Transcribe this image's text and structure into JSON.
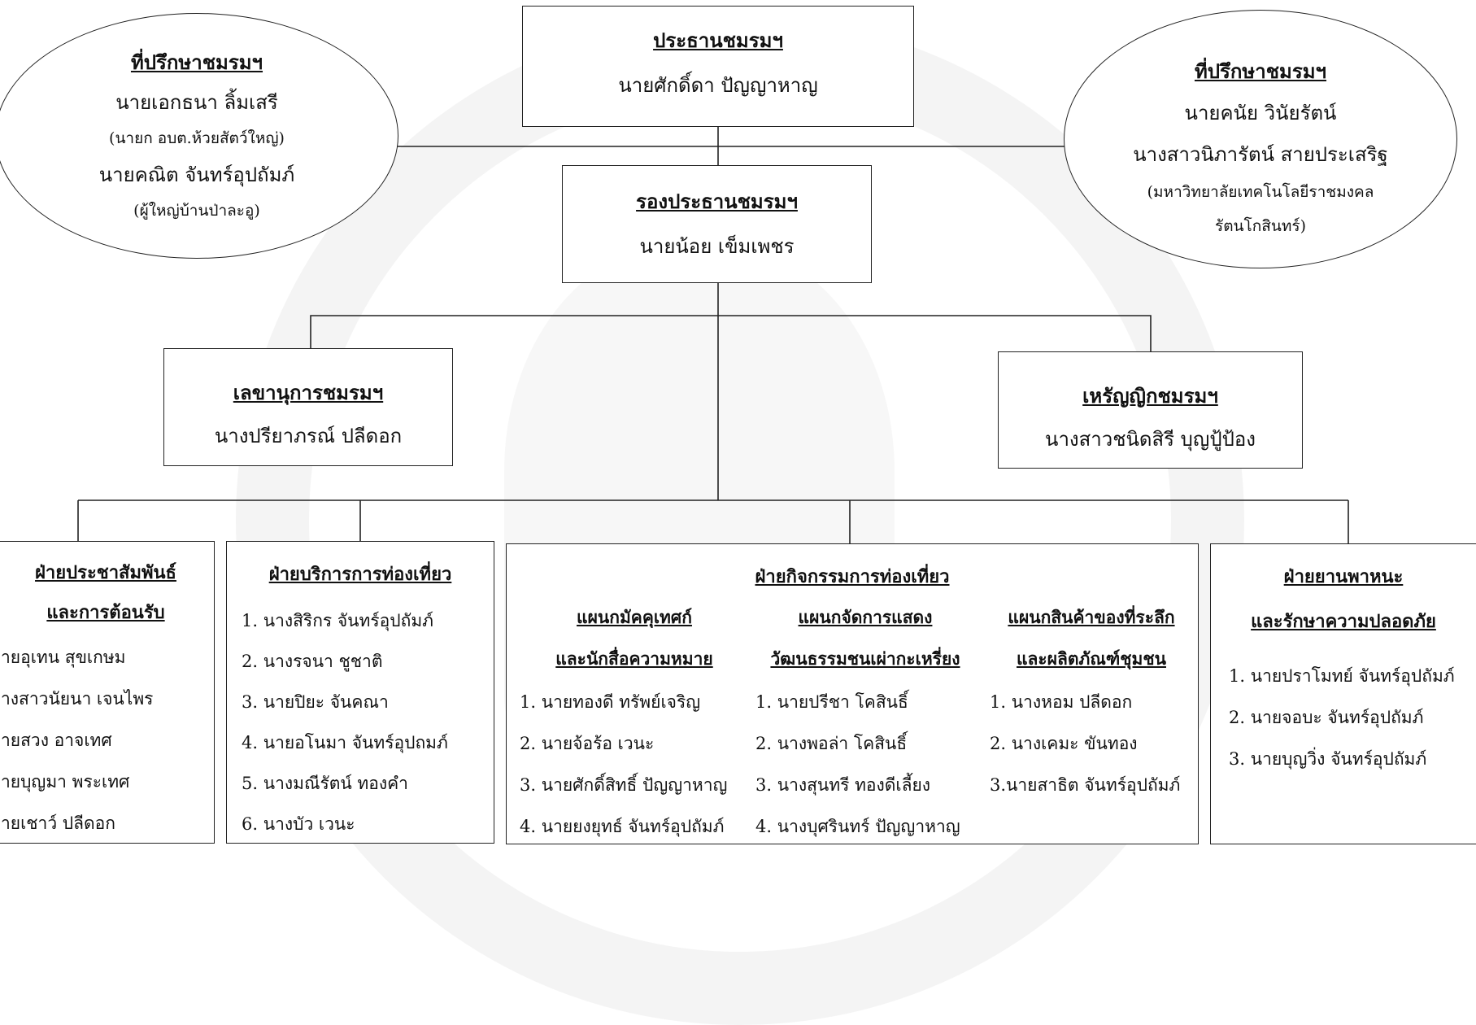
{
  "advisor_left": {
    "title": "ที่ปรึกษาชมรมฯ",
    "name1": "นายเอกธนา ลิ้มเสรี",
    "note1": "(นายก อบต.ห้วยสัตว์ใหญ่)",
    "name2": "นายคณิต จันทร์อุปถัมภ์",
    "note2": "(ผู้ใหญ่บ้านป่าละอู)"
  },
  "president": {
    "title": "ประธานชมรมฯ",
    "name": "นายศักดิ์ดา ปัญญาหาญ"
  },
  "advisor_right": {
    "title": "ที่ปรึกษาชมรมฯ",
    "name1": "นายคนัย วินัยรัตน์",
    "name2": "นางสาวนิภารัตน์ สายประเสริฐ",
    "note1": "(มหาวิทยาลัยเทคโนโลยีราชมงคล",
    "note2": "รัตนโกสินทร์)"
  },
  "vice_president": {
    "title": "รองประธานชมรมฯ",
    "name": "นายน้อย เข็มเพชร"
  },
  "secretary": {
    "title": "เลขานุการชมรมฯ",
    "name": "นางปรียาภรณ์ ปลีดอก"
  },
  "treasurer": {
    "title": "เหรัญญิกชมรมฯ",
    "name": "นางสาวชนิดสิรี บุญปู้ป้อง"
  },
  "pr_dept": {
    "title1": "ฝ่ายประชาสัมพันธ์",
    "title2": "และการต้อนรับ",
    "members": [
      "ายอุเทน สุขเกษม",
      "างสาวนัยนา เจนไพร",
      "ายสวง อาจเทศ",
      "ายบุญมา พระเทศ",
      "ายเชาว์ ปลีดอก"
    ]
  },
  "service_dept": {
    "title": "ฝ่ายบริการการท่องเที่ยว",
    "members": [
      "1. นางสิริกร จันทร์อุปถัมภ์",
      "2. นางรจนา ชูชาติ",
      "3. นายปิยะ จันคณา",
      "4. นายอโนมา จันทร์อุปถมภ์",
      "5. นางมณีรัตน์ ทองคำ",
      "6. นางบัว เวนะ"
    ]
  },
  "activity_dept": {
    "title": "ฝ่ายกิจกรรมการท่องเที่ยว",
    "units": [
      {
        "title1": "แผนกมัคคุเทศก์",
        "title2": "และนักสื่อความหมาย",
        "members": [
          "1. นายทองดี ทรัพย์เจริญ",
          "2. นายจ้อร้อ เวนะ",
          "3. นายศักดิ์สิทธิ์ ปัญญาหาญ",
          "4. นายยงยุทธ์ จันทร์อุปถัมภ์"
        ]
      },
      {
        "title1": "แผนกจัดการแสดง",
        "title2": "วัฒนธรรมชนเผ่ากะเหรี่ยง",
        "members": [
          "1. นายปรีชา โคสินธิ์",
          "2. นางพอล่า โคสินธิ์",
          "3. นางสุนทรี ทองดีเลี้ยง",
          "4. นางบุศรินทร์ ปัญญาหาญ"
        ]
      },
      {
        "title1": "แผนกสินค้าของที่ระลึก",
        "title2": "และผลิตภัณฑ์ชุมชน",
        "members": [
          "1. นางหอม ปลีดอก",
          "2. นางเคมะ ขันทอง",
          "3.นายสาธิต จันทร์อุปถัมภ์"
        ]
      }
    ]
  },
  "transport_dept": {
    "title1": "ฝ่ายยานพาหนะ",
    "title2": "และรักษาความปลอดภัย",
    "members": [
      "1. นายปราโมทย์ จันทร์อุปถัมภ์",
      "2. นายจอบะ จันทร์อุปถัมภ์",
      "3. นายบุญวิ่ง จันทร์อุปถัมภ์"
    ]
  }
}
